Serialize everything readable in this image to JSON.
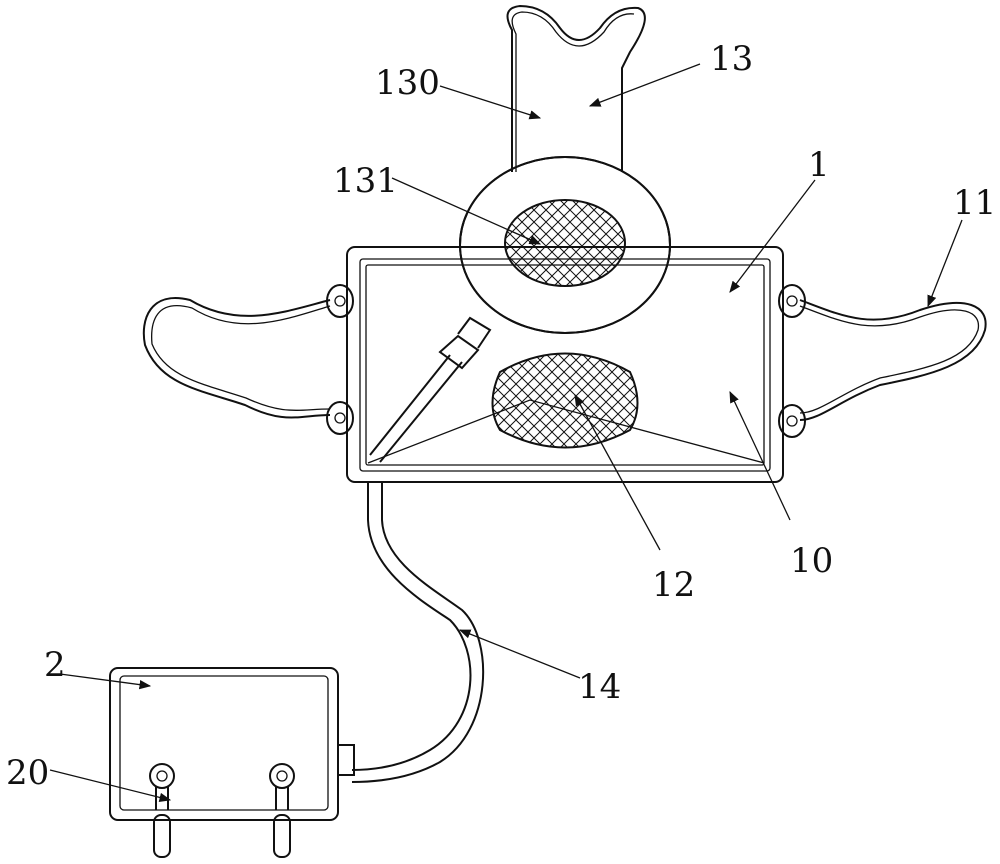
{
  "figure": {
    "labels": {
      "device": "1",
      "panel": "10",
      "strap": "11",
      "lower_mesh": "12",
      "neck_piece": "13",
      "neck_body": "130",
      "upper_mesh": "131",
      "cable": "14",
      "power_box": "2",
      "plug_pins": "20"
    }
  }
}
